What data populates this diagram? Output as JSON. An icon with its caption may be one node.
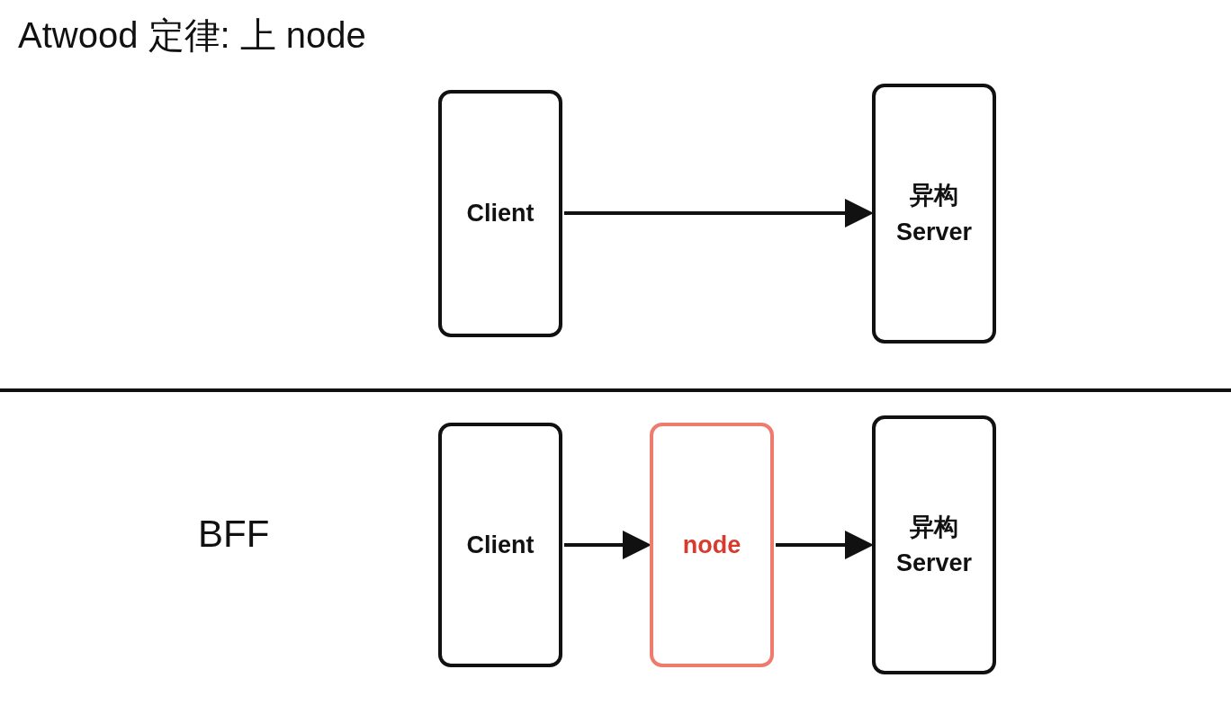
{
  "diagram": {
    "title": "Atwood 定律: 上 node",
    "nodes": [
      {
        "text": [
          "Client"
        ]
      },
      {
        "text": [
          "异构 Server"
        ]
      },
      {
        "text": [
          "Client"
        ]
      },
      {
        "text": [
          "node"
        ]
      },
      {
        "text": [
          "异构 Server"
        ]
      }
    ],
    "edges": [
      {
        "from": 0,
        "to": 1,
        "arrow": "to"
      },
      {
        "from": 2,
        "to": 3,
        "arrow": "to"
      },
      {
        "from": 3,
        "to": 4,
        "arrow": "to"
      }
    ],
    "labels": [
      "BFF"
    ]
  }
}
